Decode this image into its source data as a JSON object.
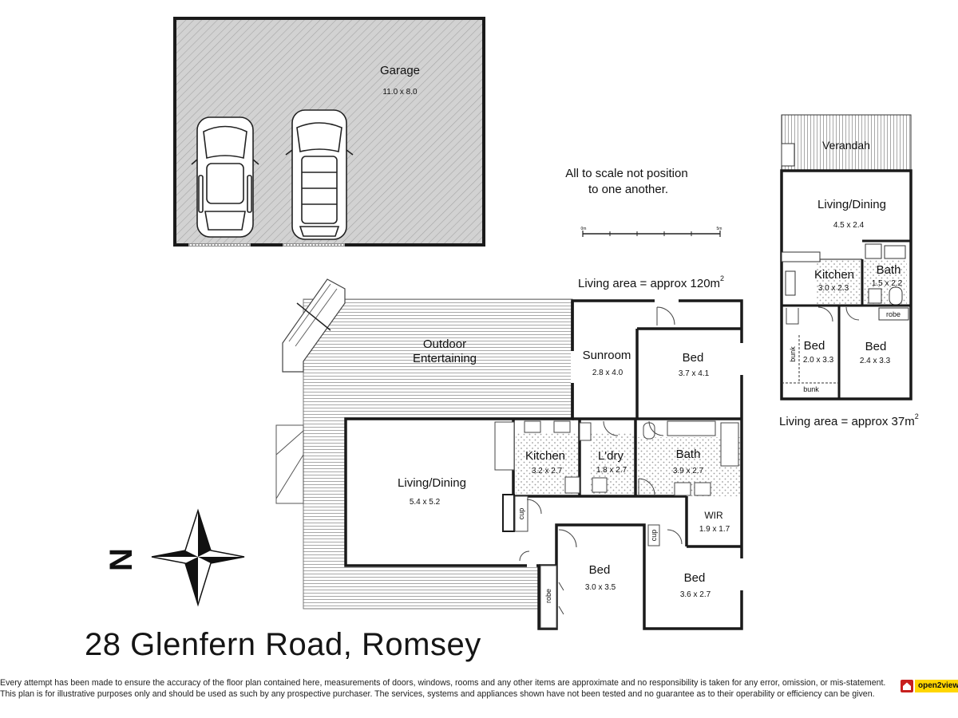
{
  "rooms": {
    "garage": {
      "name": "Garage",
      "dims": "11.0 x 8.0"
    },
    "verandah": {
      "name": "Verandah"
    },
    "unit_living": {
      "name": "Living/Dining",
      "dims": "4.5 x 2.4"
    },
    "unit_kitchen": {
      "name": "Kitchen",
      "dims": "3.0 x 2.3"
    },
    "unit_bath": {
      "name": "Bath",
      "dims": "1.5 x 2.2"
    },
    "unit_robe": {
      "name": "robe"
    },
    "unit_bed1": {
      "name": "Bed",
      "dims": "2.0 x 3.3"
    },
    "unit_bed2": {
      "name": "Bed",
      "dims": "2.4 x 3.3"
    },
    "unit_bunk1": {
      "name": "bunk"
    },
    "unit_bunk2": {
      "name": "bunk"
    },
    "outdoor": {
      "line1": "Outdoor",
      "line2": "Entertaining"
    },
    "sunroom": {
      "name": "Sunroom",
      "dims": "2.8 x 4.0"
    },
    "bed_main": {
      "name": "Bed",
      "dims": "3.7 x 4.1"
    },
    "living": {
      "name": "Living/Dining",
      "dims": "5.4 x 5.2"
    },
    "kitchen": {
      "name": "Kitchen",
      "dims": "3.2 x 2.7"
    },
    "laundry": {
      "name": "L'dry",
      "dims": "1.8 x 2.7"
    },
    "bath": {
      "name": "Bath",
      "dims": "3.9 x 2.7"
    },
    "wir": {
      "name": "WIR",
      "dims": "1.9 x 1.7"
    },
    "cup1": {
      "name": "cup"
    },
    "cup2": {
      "name": "cup"
    },
    "robe": {
      "name": "robe"
    },
    "bed_b": {
      "name": "Bed",
      "dims": "3.0 x 3.5"
    },
    "bed_c": {
      "name": "Bed",
      "dims": "3.6 x 2.7"
    }
  },
  "notes": {
    "scale_line1": "All to scale not position",
    "scale_line2": "to one another.",
    "scale_start": "0m",
    "scale_end": "5m",
    "main_area": "Living area = approx 120m",
    "unit_area": "Living area = approx 37m",
    "area_sup": "2"
  },
  "compass": {
    "letter": "N"
  },
  "address": "28 Glenfern Road, Romsey",
  "disclaimer": {
    "line1": "Every attempt has been made to ensure the accuracy of the floor plan contained here, measurements of doors, windows, rooms and any other items are approximate and no responsibility is taken for any error, omission, or mis-statement.",
    "line2": "This plan is for illustrative purposes only and should be used as such by any prospective purchaser. The services, systems and appliances shown have not been tested and no guarantee as to their operability or efficiency can be given."
  },
  "brand": {
    "name": "open2view"
  },
  "colors": {
    "wall": "#1a1a1a",
    "hatch": "#9a9a9a",
    "floor_dot": "#b5b5b5",
    "garage_fill": "#cfcfcf",
    "brand_red": "#c8201e",
    "brand_yellow": "#ffd600"
  }
}
